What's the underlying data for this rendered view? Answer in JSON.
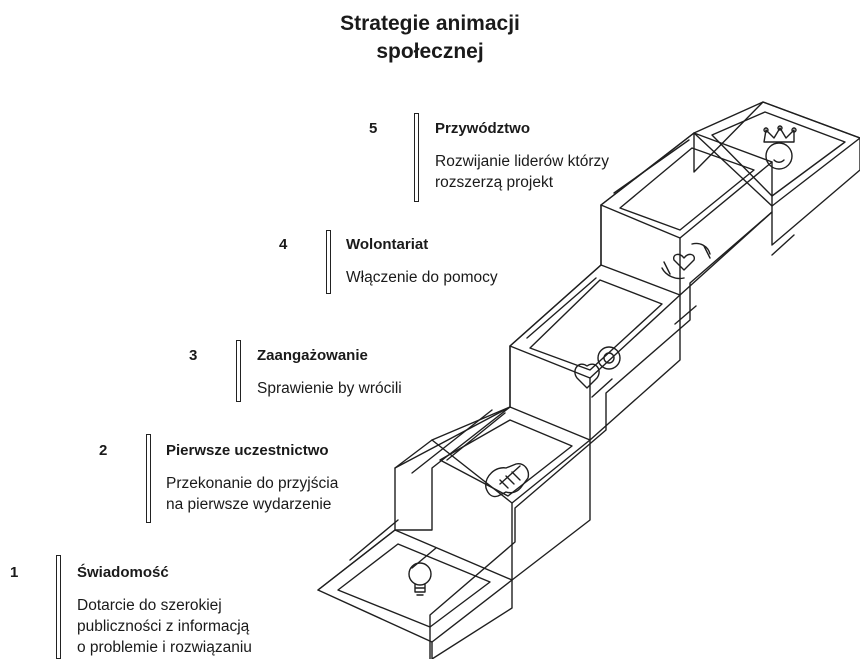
{
  "title": {
    "line1": "Strategie animacji",
    "line2": "społecznej"
  },
  "steps": [
    {
      "number": "1",
      "title": "Świadomość",
      "description": "Dotarcie do szerokiej\npubliczności z informacją\no problemie i rozwiązaniu",
      "icon": "lightbulb-icon"
    },
    {
      "number": "2",
      "title": "Pierwsze uczestnictwo",
      "description": "Przekonanie do przyjścia\nna pierwsze wydarzenie",
      "icon": "handshake-icon"
    },
    {
      "number": "3",
      "title": "Zaangażowanie",
      "description": "Sprawienie by wrócili",
      "icon": "heart-badge-icon"
    },
    {
      "number": "4",
      "title": "Wolontariat",
      "description": "Włączenie do pomocy",
      "icon": "hands-heart-icon"
    },
    {
      "number": "5",
      "title": "Przywództwo",
      "description": "Rozwijanie liderów którzy\nrozszerzą projekt",
      "icon": "crowned-face-icon"
    }
  ]
}
